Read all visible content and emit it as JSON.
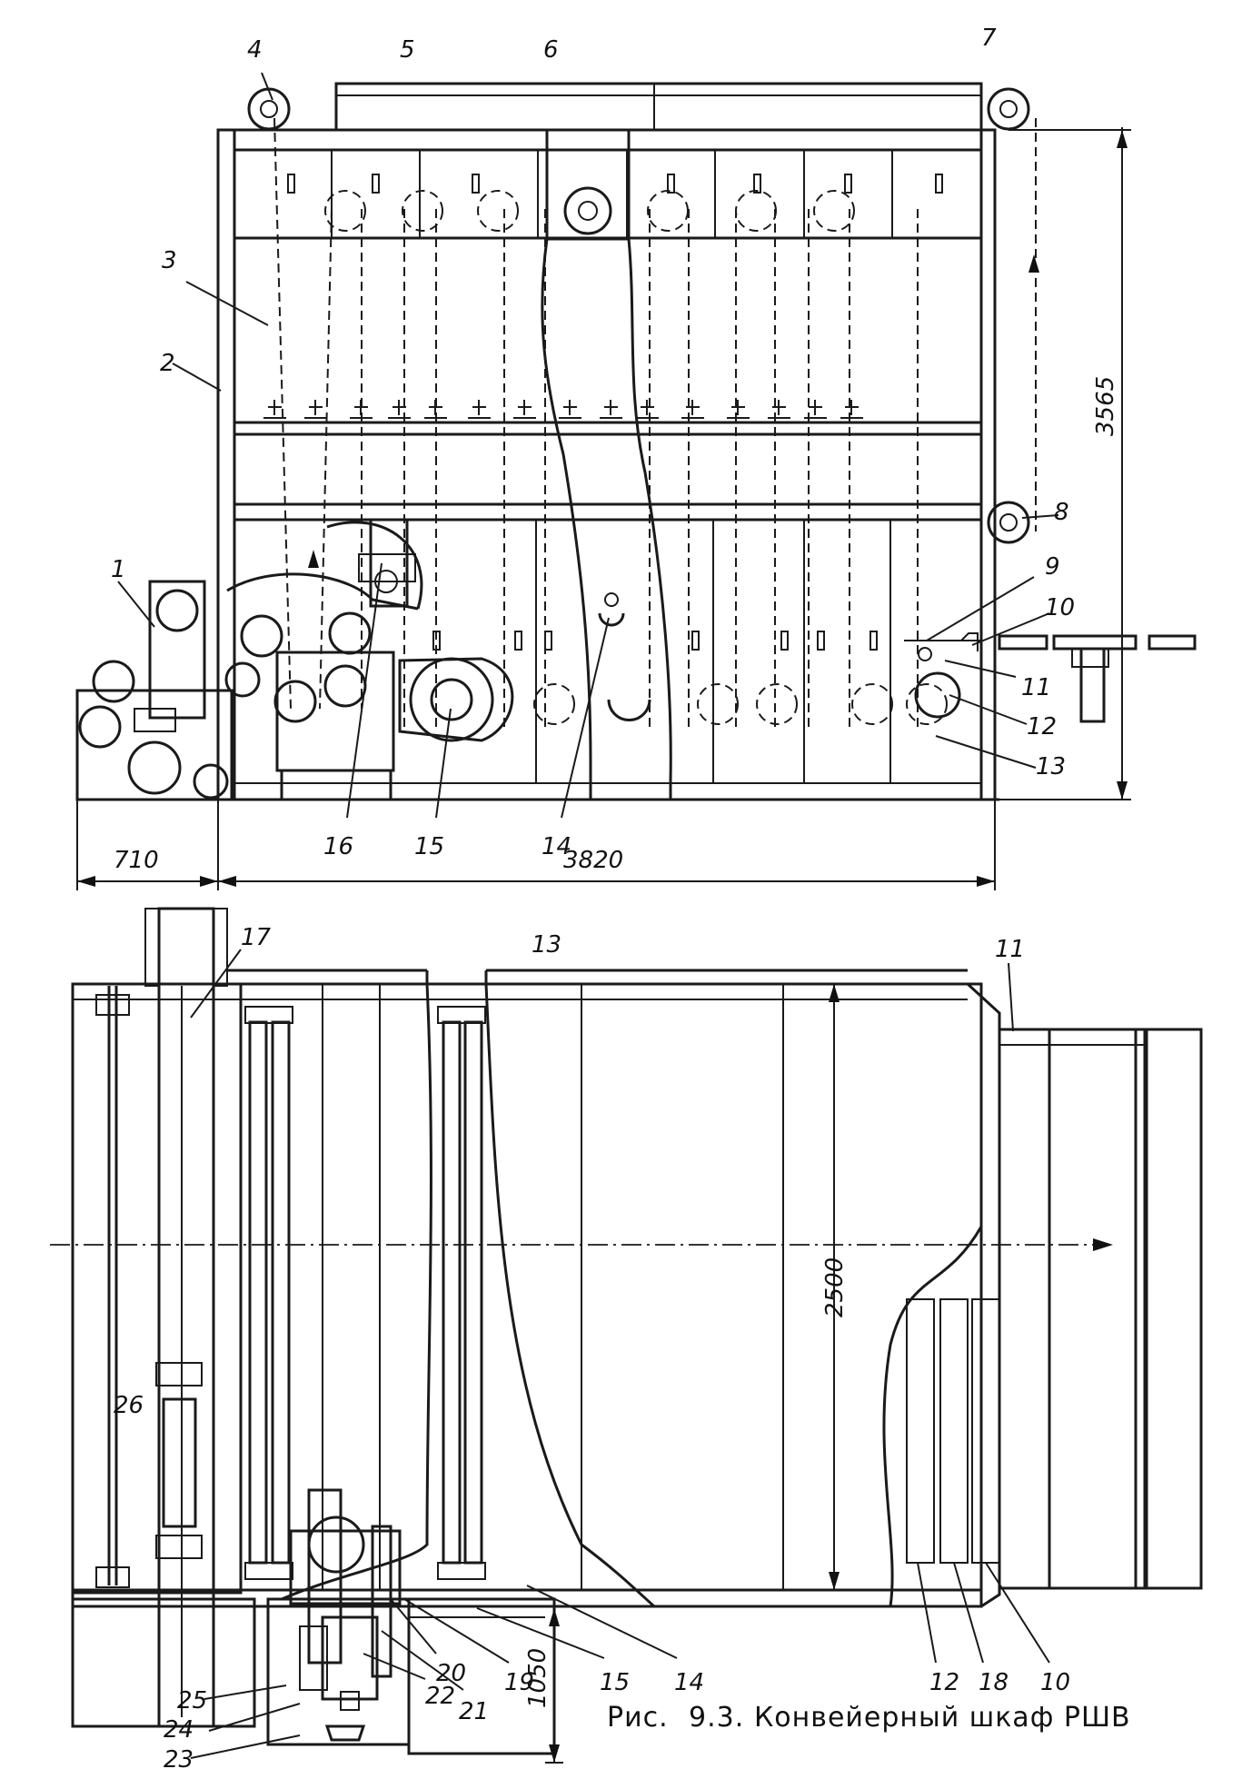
{
  "caption": {
    "prefix": "Рис.",
    "number": "9.3.",
    "title": "Конвейерный шкаф РШВ"
  },
  "side_view": {
    "labels": [
      "1",
      "2",
      "3",
      "4",
      "5",
      "6",
      "7",
      "8",
      "9",
      "10",
      "11",
      "12",
      "13",
      "14",
      "15",
      "16"
    ],
    "dimensions": {
      "width_left": "710",
      "width_main": "3820",
      "height": "3565"
    }
  },
  "plan_view": {
    "labels": [
      "10",
      "11",
      "12",
      "13",
      "14",
      "15",
      "17",
      "18",
      "19",
      "20",
      "21",
      "22",
      "23",
      "24",
      "25",
      "26"
    ],
    "dimensions": {
      "width": "2500",
      "drive_offset": "1050"
    }
  }
}
